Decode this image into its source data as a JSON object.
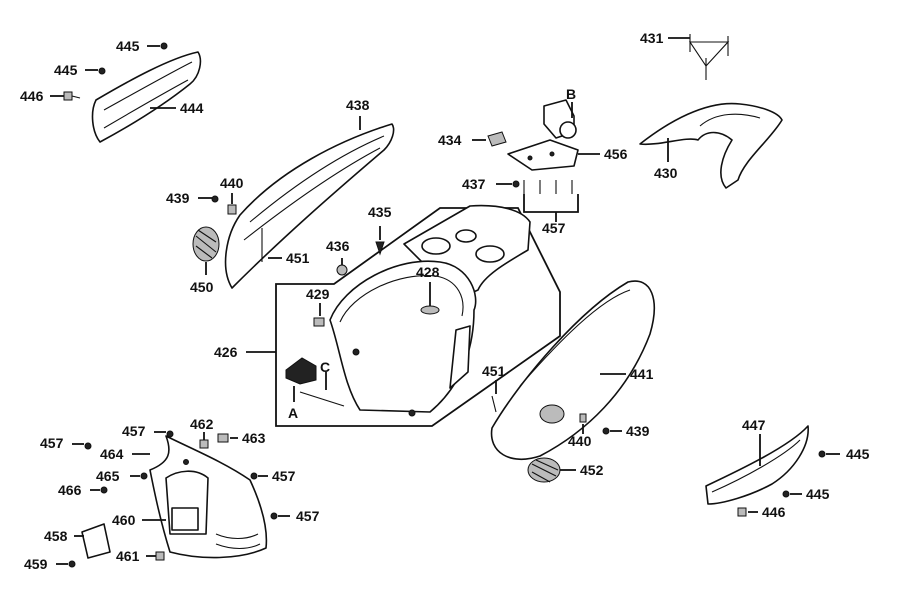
{
  "labels": {
    "p426": "426",
    "p428": "428",
    "p429": "429",
    "p430": "430",
    "p431": "431",
    "p434": "434",
    "p435": "435",
    "p436": "436",
    "p437": "437",
    "p438": "438",
    "p439a": "439",
    "p439b": "439",
    "p440a": "440",
    "p440b": "440",
    "p441": "441",
    "p444": "444",
    "p445a": "445",
    "p445b": "445",
    "p445c": "445",
    "p445d": "445",
    "p446a": "446",
    "p446b": "446",
    "p447": "447",
    "p450": "450",
    "p451a": "451",
    "p451b": "451",
    "p452": "452",
    "p456": "456",
    "p457a": "457",
    "p457b": "457",
    "p457c": "457",
    "p457d": "457",
    "p457e": "457",
    "p458": "458",
    "p459": "459",
    "p460": "460",
    "p461": "461",
    "p462": "462",
    "p463": "463",
    "p464": "464",
    "p465": "465",
    "p466": "466",
    "A": "A",
    "B": "B",
    "C": "C"
  }
}
